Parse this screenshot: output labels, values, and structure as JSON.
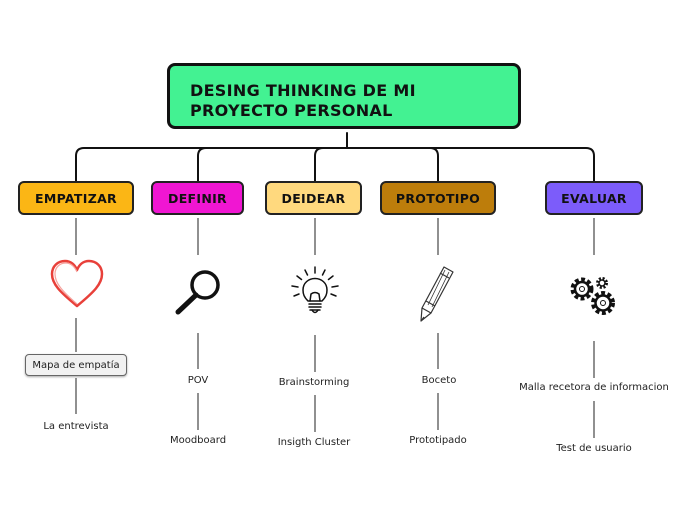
{
  "root": {
    "line1": "DESING THINKING DE MI",
    "line2": "PROYECTO PERSONAL",
    "color": "#43f292"
  },
  "categories": [
    {
      "label": "EMPATIZAR",
      "color": "#fbb615",
      "icon": "heart-icon",
      "items": [
        "Mapa de empatía",
        "La entrevista"
      ]
    },
    {
      "label": "DEFINIR",
      "color": "#f016d2",
      "icon": "magnifier-icon",
      "items": [
        "POV",
        "Moodboard"
      ]
    },
    {
      "label": "DEIDEAR",
      "color": "#ffd97e",
      "icon": "lightbulb-icon",
      "items": [
        "Brainstorming",
        "Insigth Cluster"
      ]
    },
    {
      "label": "PROTOTIPO",
      "color": "#bd7d0b",
      "icon": "pencil-icon",
      "items": [
        "Boceto",
        "Prototipado"
      ]
    },
    {
      "label": "EVALUAR",
      "color": "#7c5cfa",
      "icon": "gears-icon",
      "items": [
        "Malla recetora de informacion",
        "Test de usuario"
      ]
    }
  ]
}
